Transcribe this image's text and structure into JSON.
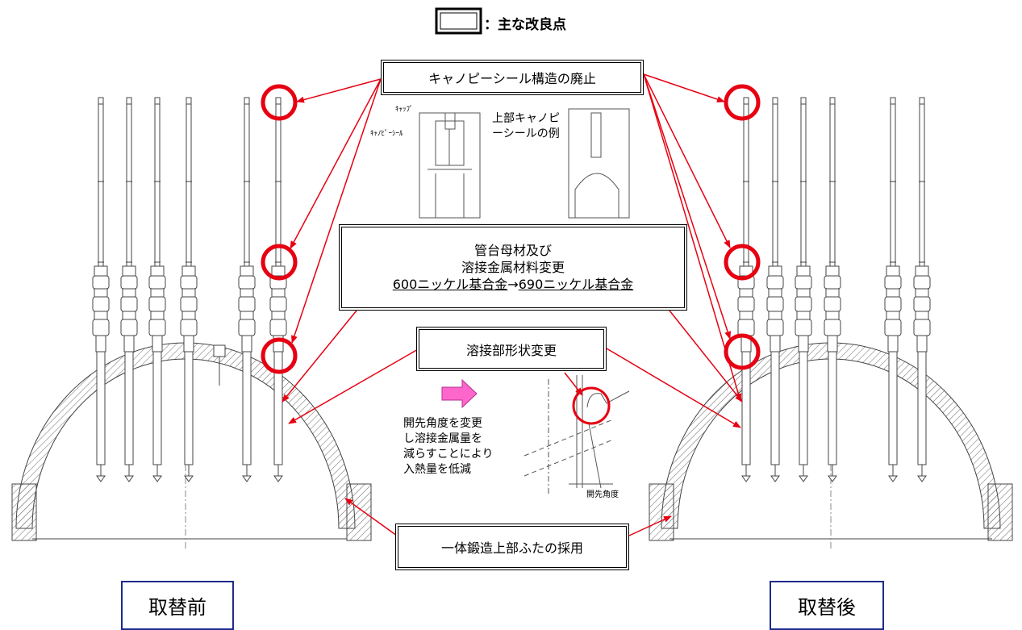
{
  "legend": {
    "text": "：主な改良点"
  },
  "callouts": {
    "canopy": "キャノピーシール構造の廃止",
    "material_line1": "管台母材及び",
    "material_line2": "溶接金属材料変更",
    "material_from": "600ニッケル基合金",
    "material_arrow": "→",
    "material_to": "690ニッケル基合金",
    "weld": "溶接部形状変更",
    "forged": "一体鍛造上部ふたの採用"
  },
  "detail": {
    "cap_label": "ｷｬｯﾌﾟ",
    "canopy_seal_label": "ｷｬﾉﾋﾟｰｼｰﾙ",
    "example_line1": "上部キャノピ",
    "example_line2": "ーシールの例",
    "bevel_note_1": "開先角度を変更",
    "bevel_note_2": "し溶接金属量を",
    "bevel_note_3": "減らすことにより",
    "bevel_note_4": "入熱量を低減",
    "bevel_angle_label": "開先角度"
  },
  "captions": {
    "before": "取替前",
    "after": "取替後"
  },
  "colors": {
    "highlight": "#e60012",
    "arrow": "#e60012",
    "pink_arrow": "#ff66cc",
    "caption_border": "#1f2a8c"
  }
}
